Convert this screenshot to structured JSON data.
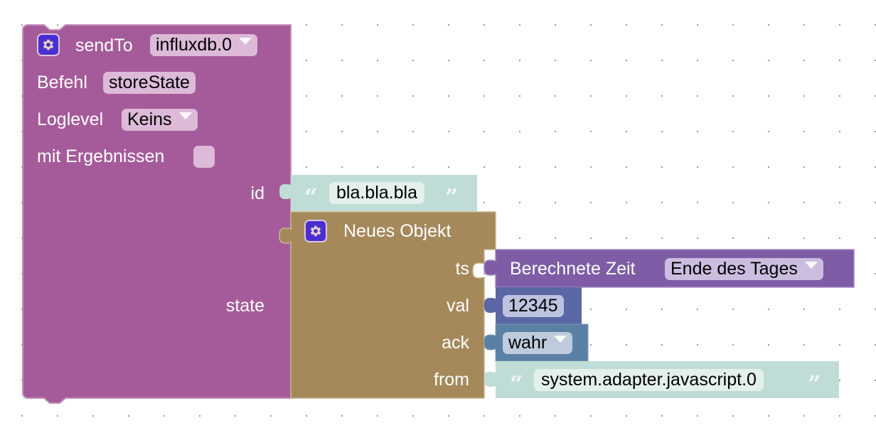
{
  "colors": {
    "sendto_block": "#a55b99",
    "sendto_field": "#dcbad8",
    "text_block": "#bfddd6",
    "text_field": "#e3f0ec",
    "object_block": "#a5895b",
    "time_block": "#7e5ca6",
    "time_field": "#cbbde0",
    "number_block": "#5b67a5",
    "number_field": "#bdc2de",
    "boolean_block": "#5b80a5",
    "boolean_field": "#bdcbdc",
    "gear_icon_bg": "#4a2fd0",
    "grid_dot": "#999999"
  },
  "sendto": {
    "label": "sendTo",
    "instance": "influxdb.0",
    "command_label": "Befehl",
    "command_value": "storeState",
    "loglevel_label": "Loglevel",
    "loglevel_value": "Keins",
    "results_label": "mit Ergebnissen",
    "results_checked": false,
    "id_label": "id",
    "state_label": "state"
  },
  "id_text": {
    "value": "bla.bla.bla"
  },
  "new_object": {
    "title": "Neues Objekt",
    "fields": [
      {
        "label": "ts"
      },
      {
        "label": "val"
      },
      {
        "label": "ack"
      },
      {
        "label": "from"
      }
    ]
  },
  "time_block": {
    "label": "Berechnete Zeit",
    "option": "Ende des Tages"
  },
  "number_block": {
    "value": "12345"
  },
  "boolean_block": {
    "value": "wahr"
  },
  "from_text": {
    "value": "system.adapter.javascript.0"
  },
  "icons": {
    "open_quote": "“",
    "close_quote": "”"
  }
}
